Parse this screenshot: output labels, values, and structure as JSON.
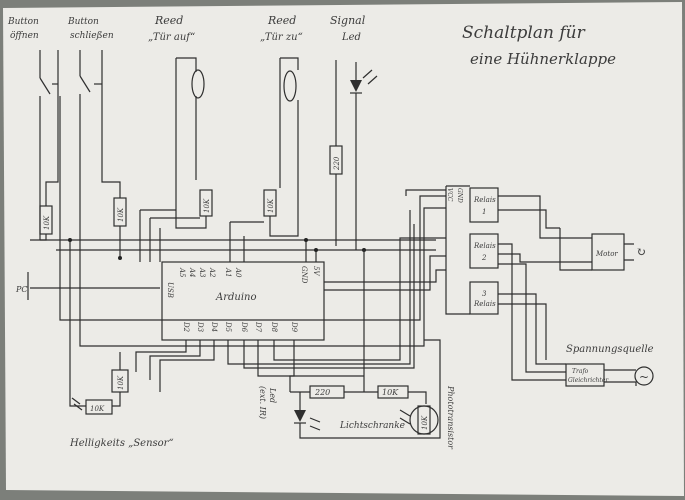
{
  "title": {
    "line1": "Schaltplan für",
    "line2": "eine Hühnerklappe"
  },
  "inputs": {
    "button_open": {
      "line1": "Button",
      "line2": "öffnen"
    },
    "button_close": {
      "line1": "Button",
      "line2": "schließen"
    },
    "reed_open": {
      "line1": "Reed",
      "line2": "„Tür auf“"
    },
    "reed_close": {
      "line1": "Reed",
      "line2": "„Tür zu“"
    },
    "signal_led": {
      "line1": "Signal",
      "line2": "Led"
    }
  },
  "resistors": {
    "r_button_open": "10K",
    "r_button_close": "10K",
    "r_reed_open": "10K",
    "r_reed_close": "10K",
    "r_signal_led": "220",
    "r_sensor": "10K",
    "r_sensor_pot": "10K",
    "r_led_bottom": "220",
    "r_light_barrier": "10K",
    "r_photo": "10K"
  },
  "arduino": {
    "label": "Arduino",
    "pins_analog": [
      "A5",
      "A4",
      "A3",
      "A2",
      "A1",
      "A0"
    ],
    "pin_5v": "5V",
    "pin_gnd": "GND",
    "pin_usb": "USB",
    "pins_digital": [
      "D2",
      "D3",
      "D4",
      "D5",
      "D6",
      "D7",
      "D8",
      "D9"
    ]
  },
  "usb_label": "PC",
  "relays": {
    "header": {
      "vcc": "VCC",
      "gnd": "GND"
    },
    "items": [
      {
        "label": "Relais",
        "num": "1"
      },
      {
        "label": "Relais",
        "num": "2"
      },
      {
        "label": "Relais",
        "num": "3"
      }
    ]
  },
  "motor": {
    "label": "Motor",
    "symbol": "↻"
  },
  "transformer": {
    "line1": "Trafo",
    "line2": "Gleichrichter"
  },
  "power_source": {
    "label": "Spannungsquelle",
    "symbol": "~"
  },
  "sensor_label": "Helligkeits „Sensor“",
  "led_bottom_label": {
    "line1": "Led",
    "line2": "(ext. IR)"
  },
  "light_barrier_label": "Lichtschranke",
  "phototransistor_label": "Phototransistor"
}
